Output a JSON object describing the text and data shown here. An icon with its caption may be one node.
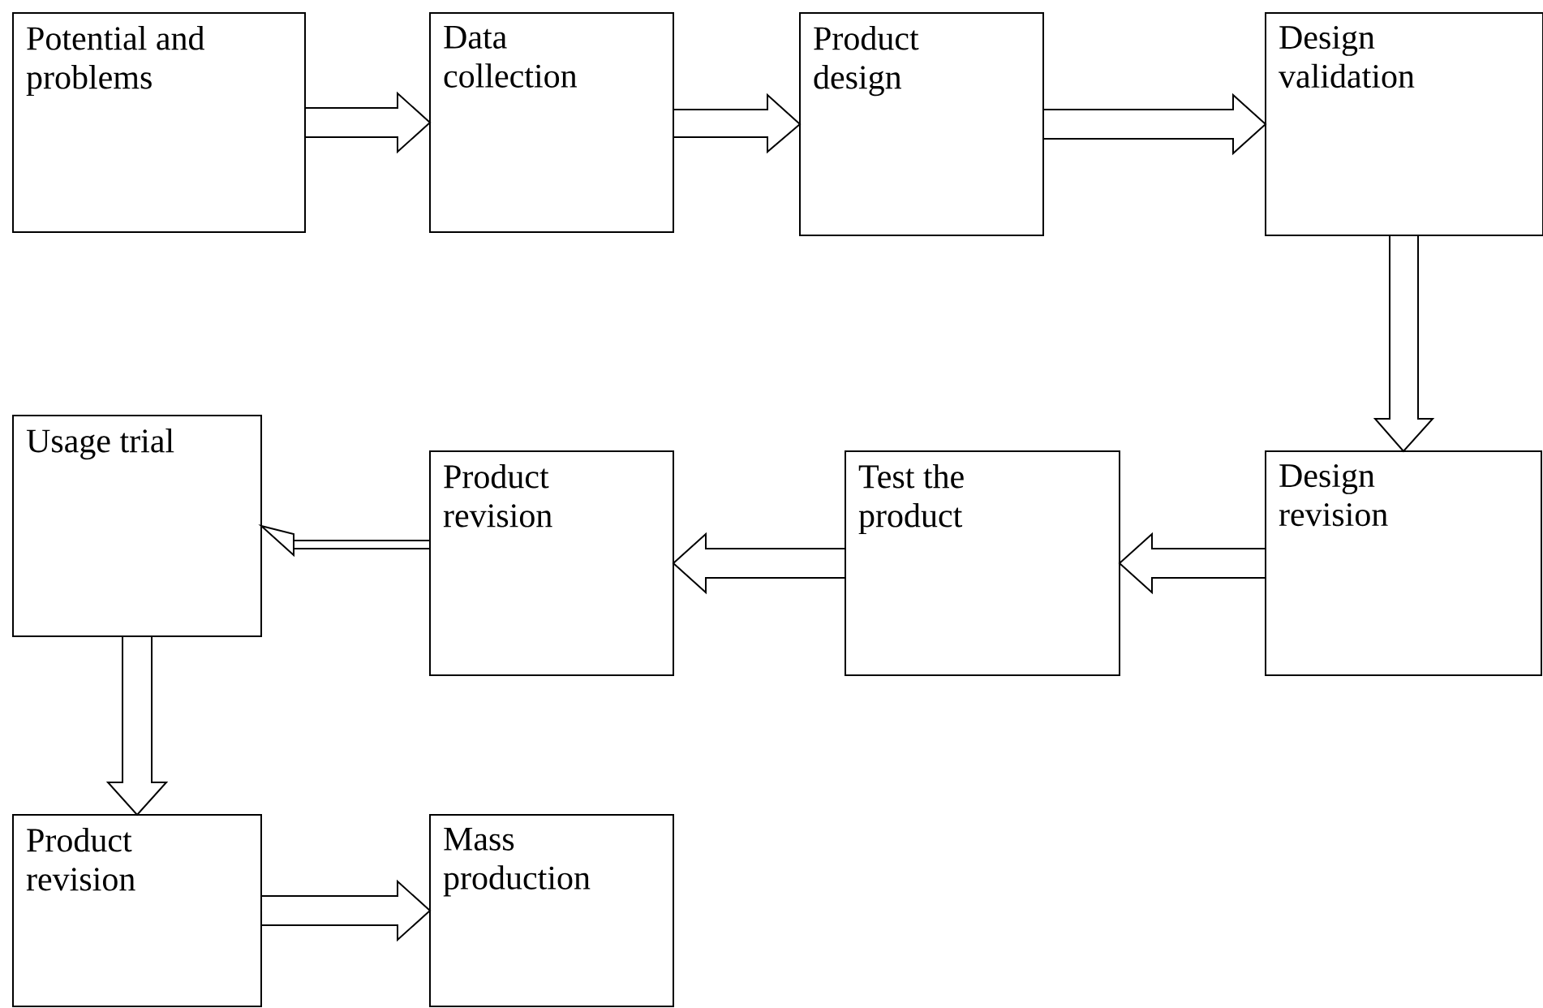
{
  "diagram": {
    "nodes": [
      {
        "text": [
          "Potential and problems"
        ]
      },
      {
        "text": [
          "Data collection"
        ]
      },
      {
        "text": [
          "Product design"
        ]
      },
      {
        "text": [
          "Design validation"
        ]
      },
      {
        "text": [
          "Design revision"
        ]
      },
      {
        "text": [
          "Test the product"
        ]
      },
      {
        "text": [
          "Product revision"
        ]
      },
      {
        "text": [
          "Usage trial"
        ]
      },
      {
        "text": [
          "Product revision"
        ]
      },
      {
        "text": [
          "Mass production"
        ]
      }
    ],
    "edges": [
      {
        "from": 0,
        "to": 1,
        "arrow": "to"
      },
      {
        "from": 1,
        "to": 2,
        "arrow": "to"
      },
      {
        "from": 2,
        "to": 3,
        "arrow": "to"
      },
      {
        "from": 3,
        "to": 4,
        "arrow": "to"
      },
      {
        "from": 4,
        "to": 5,
        "arrow": "to"
      },
      {
        "from": 5,
        "to": 6,
        "arrow": "to"
      },
      {
        "from": 6,
        "to": 7,
        "arrow": "to"
      },
      {
        "from": 7,
        "to": 8,
        "arrow": "to"
      },
      {
        "from": 8,
        "to": 9,
        "arrow": "to"
      }
    ]
  }
}
